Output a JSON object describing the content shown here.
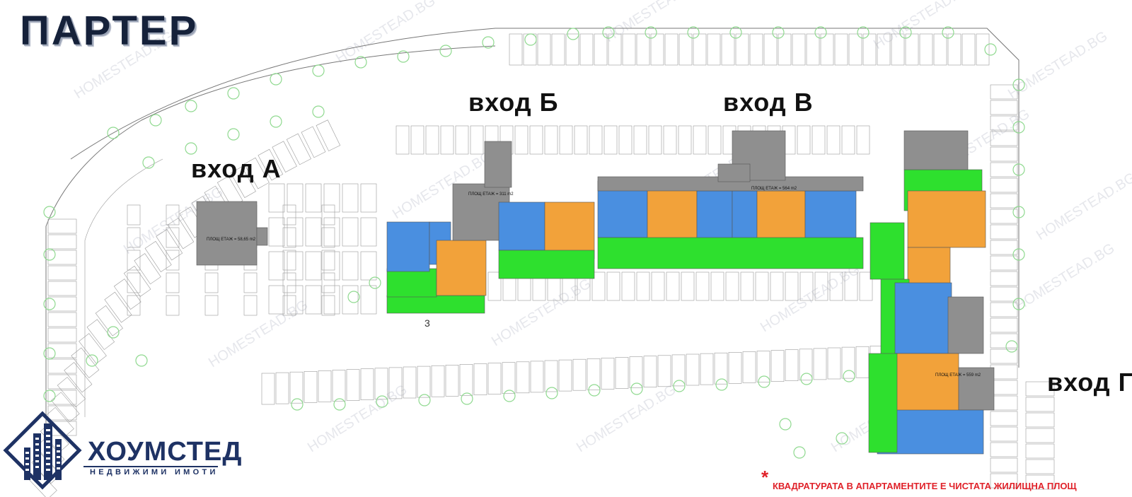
{
  "title": "ПАРТЕР",
  "entrances": {
    "a": "вход А",
    "b": "вход Б",
    "v": "вход В",
    "g": "вход Г"
  },
  "floor_areas": {
    "a": "ПЛОЩ ЕТАЖ = 58,65 m2",
    "b": "ПЛОЩ ЕТАЖ = 311 m2",
    "v": "ПЛОЩ ЕТАЖ = 564 m2",
    "g": "ПЛОЩ ЕТАЖ = 559 m2"
  },
  "marker_3": "3",
  "watermark": "HOMESTEAD.BG",
  "logo": {
    "name": "ХОУМСТЕД",
    "subtitle": "НЕДВИЖИМИ ИМОТИ"
  },
  "footnote": {
    "asterisk": "*",
    "text": "КВАДРАТУРАТА В АПАРТАМЕНТИТЕ Е ЧИСТАТА ЖИЛИЩНА ПЛОЩ"
  },
  "colors": {
    "apartment_blue": "#4a8fe0",
    "apartment_orange": "#f2a23a",
    "garden_green": "#2ee02e",
    "common_gray": "#8f8f8f",
    "tree_green": "#8fd98f",
    "title_navy": "#15213a",
    "brand_navy": "#1e3264",
    "note_red": "#e0222a"
  }
}
